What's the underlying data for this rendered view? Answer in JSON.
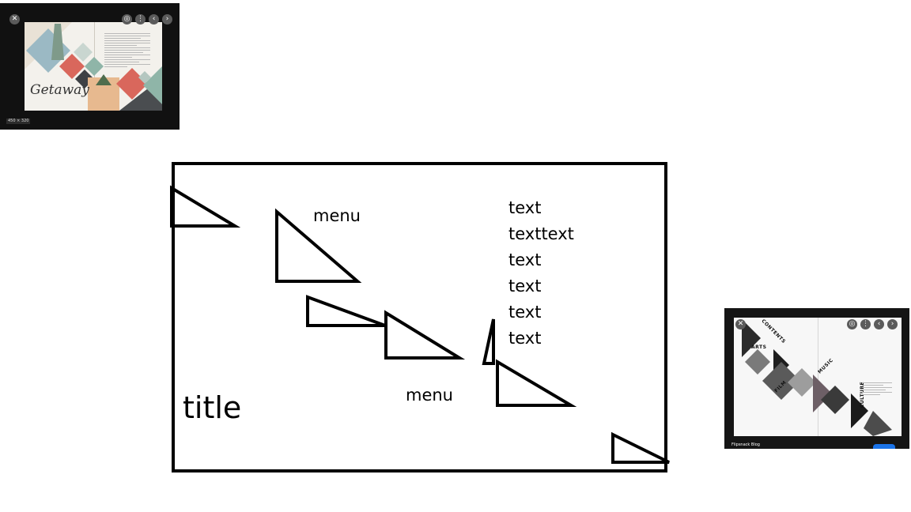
{
  "thumbnail_left": {
    "controls": [
      "close-icon",
      "share-icon",
      "more-icon",
      "prev-icon",
      "next-icon"
    ],
    "magazine_title": "Getaway",
    "size_badge": "450 × 320",
    "colors": {
      "coral": "#d9675c",
      "teal": "#8fb5a8",
      "charcoal": "#4a4d50",
      "sand": "#e9dccb"
    }
  },
  "thumbnail_right": {
    "controls": [
      "close-icon",
      "share-icon",
      "more-icon",
      "prev-icon",
      "next-icon"
    ],
    "section_labels": [
      "CONTENTS",
      "ARTS",
      "MUSIC",
      "FILM",
      "CULTURE"
    ],
    "caption": "Flipsnack Blog"
  },
  "sketch": {
    "menu_labels": [
      "menu",
      "menu"
    ],
    "text_items": [
      "text",
      "texttext",
      "text",
      "text",
      "text",
      "text"
    ],
    "title": "title",
    "stroke_color": "#000000"
  }
}
